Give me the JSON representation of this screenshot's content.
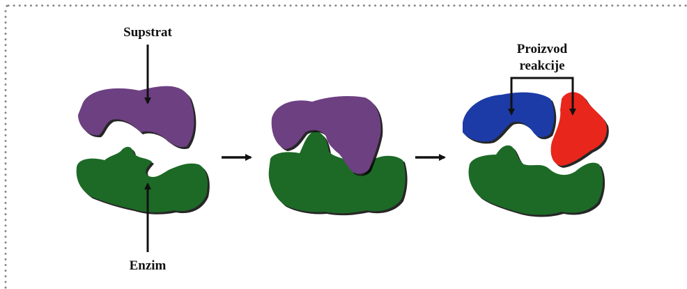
{
  "labels": {
    "substrate": "Supstrat",
    "enzyme": "Enzim",
    "product_line1": "Proizvod",
    "product_line2": "reakcije"
  },
  "colors": {
    "substrate": "#6d3f82",
    "enzyme": "#1f6b28",
    "product_blue": "#1a3aa6",
    "product_red": "#e8281c",
    "border_dots": "#8a8a8a",
    "arrow": "#111111"
  }
}
